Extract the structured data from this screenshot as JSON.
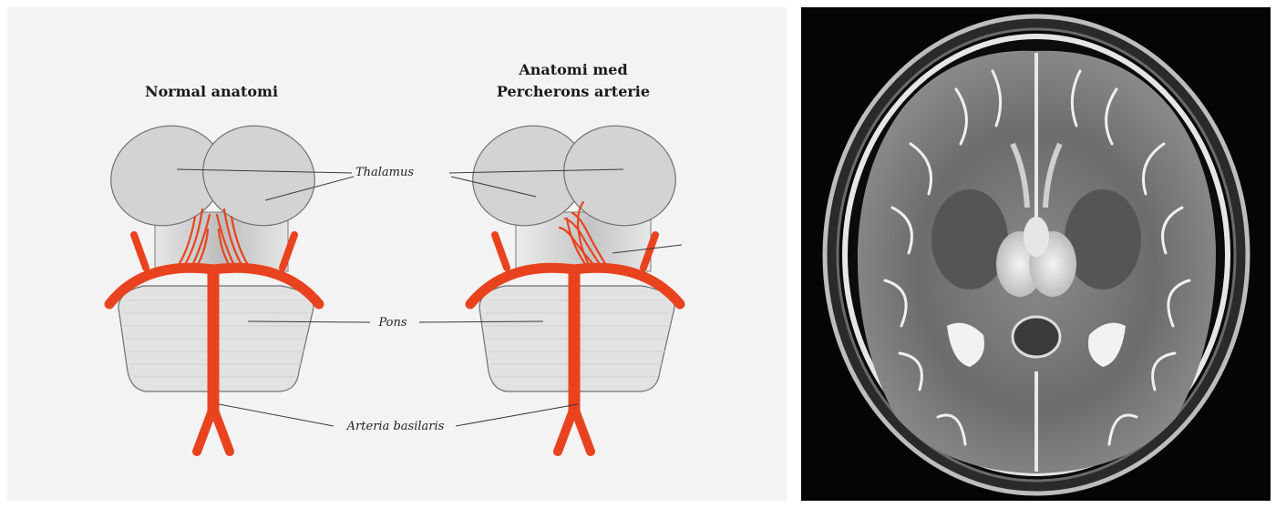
{
  "left_panel": {
    "diagrams": [
      {
        "title_lines": [
          "Normal anatomi"
        ]
      },
      {
        "title_lines": [
          "Anatomi med",
          "Percherons arterie"
        ]
      }
    ],
    "labels": {
      "thalamus": "Thalamus",
      "pons": "Pons",
      "basilar": "Arteria basilaris"
    }
  },
  "right_panel": {
    "image_type": "axial T2-weighted brain MRI"
  },
  "colors": {
    "artery": "#e8431e",
    "thalamus_fill": "#d3d3d3",
    "pons_fill": "#e2e2e2",
    "background": "#f3f3f3",
    "mri_background": "#050505"
  }
}
